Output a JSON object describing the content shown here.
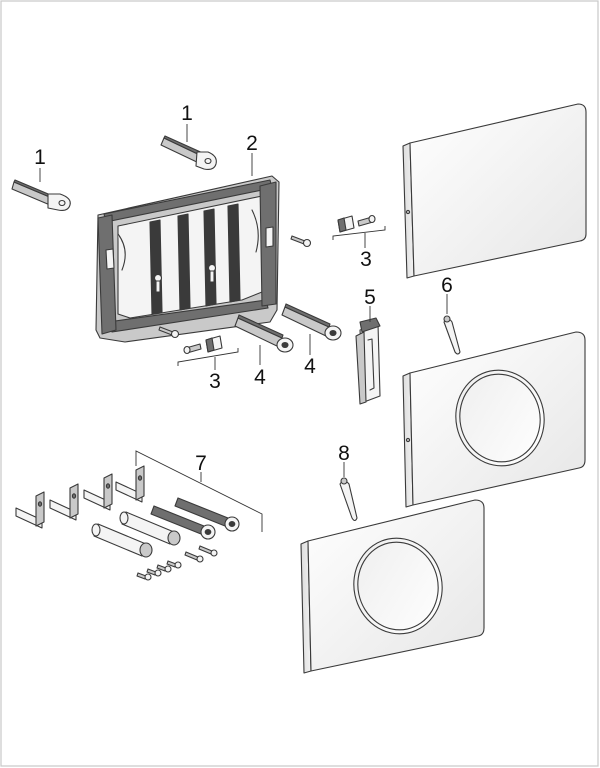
{
  "diagram": {
    "callouts": [
      {
        "id": "c1a",
        "text": "1"
      },
      {
        "id": "c1b",
        "text": "1"
      },
      {
        "id": "c2",
        "text": "2"
      },
      {
        "id": "c3a",
        "text": "3"
      },
      {
        "id": "c3b",
        "text": "3"
      },
      {
        "id": "c4a",
        "text": "4"
      },
      {
        "id": "c4b",
        "text": "4"
      },
      {
        "id": "c5",
        "text": "5"
      },
      {
        "id": "c6",
        "text": "6"
      },
      {
        "id": "c7",
        "text": "7"
      },
      {
        "id": "c8",
        "text": "8"
      }
    ]
  }
}
